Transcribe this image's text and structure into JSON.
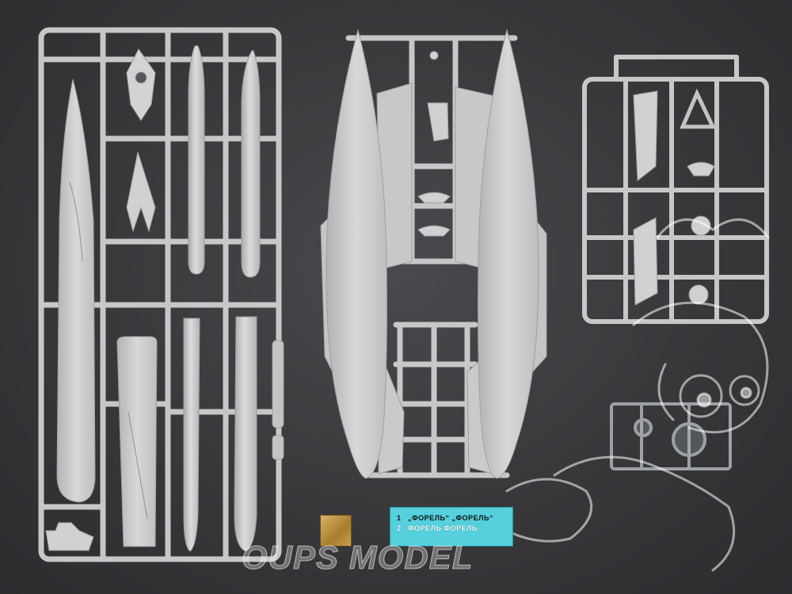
{
  "photo": {
    "subject": "plastic model kit sprues",
    "background_color": "#38383b",
    "plastic_color": "#c9cacb",
    "clear_color": "#b8bfc4"
  },
  "decal_sheet": {
    "row1_number": "1",
    "row1_text": "„ФОРЕЛЬ“  „ФОРЕЛЬ“",
    "row2_number": "2",
    "row2_text": "ФОРЕЛЬ   ФОРЕЛЬ",
    "color": "#55d0dc"
  },
  "watermark": {
    "text": "OUPS MODEL"
  }
}
